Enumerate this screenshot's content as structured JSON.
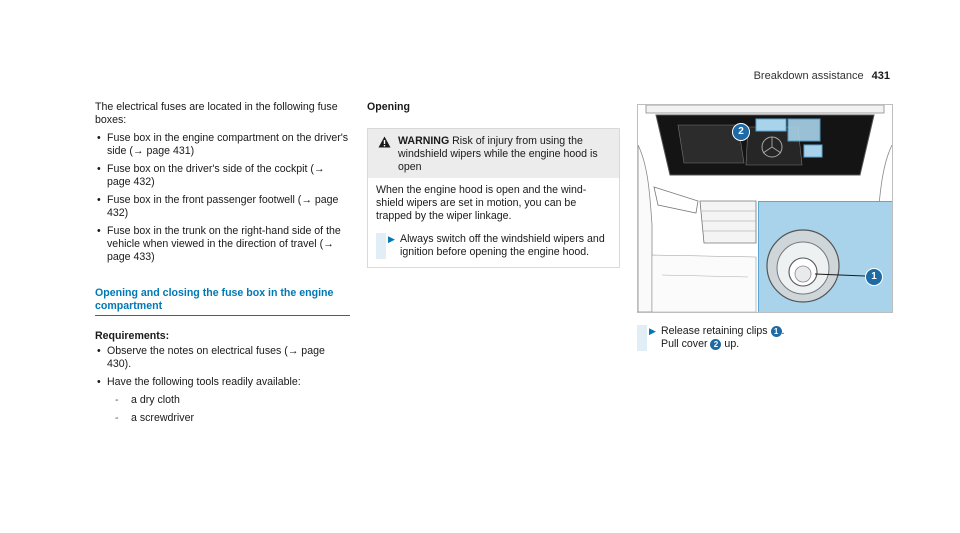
{
  "header": {
    "section": "Breakdown assistance",
    "page": "431"
  },
  "left": {
    "intro": "The electrical fuses are located in the following fuse boxes:",
    "fuse_boxes": [
      "Fuse box in the engine compartment on the driver's side (→ page 431)",
      "Fuse box on the driver's side of the cockpit (→ page 432)",
      "Fuse box in the front passenger footwell (→ page 432)",
      "Fuse box in the trunk on the right-hand side of the vehicle when viewed in the direction of travel (→ page 433)"
    ],
    "heading": "Opening and closing the fuse box in the engine compartment",
    "requirements_label": "Requirements:",
    "requirements": [
      "Observe the notes on electrical fuses (→ page 430).",
      "Have the following tools readily available:"
    ],
    "tools": [
      "a dry cloth",
      "a screwdriver"
    ]
  },
  "middle": {
    "title": "Opening",
    "warning_label": "WARNING",
    "warning_title": "Risk of injury from using the windshield wipers while the engine hood is open",
    "warning_text": "When the engine hood is open and the wind-shield wipers are set in motion, you can be trapped by the wiper linkage.",
    "warning_action": "Always switch off the windshield wipers and ignition before opening the engine hood."
  },
  "right": {
    "callout_1": "1",
    "callout_2": "2",
    "step_line1_a": "Release retaining clips",
    "step_line1_b": ".",
    "step_line2_a": "Pull cover",
    "step_line2_b": "up."
  },
  "colors": {
    "accent": "#0078b4",
    "inset": "#a9d3ea",
    "badge": "#1e6aa5"
  }
}
